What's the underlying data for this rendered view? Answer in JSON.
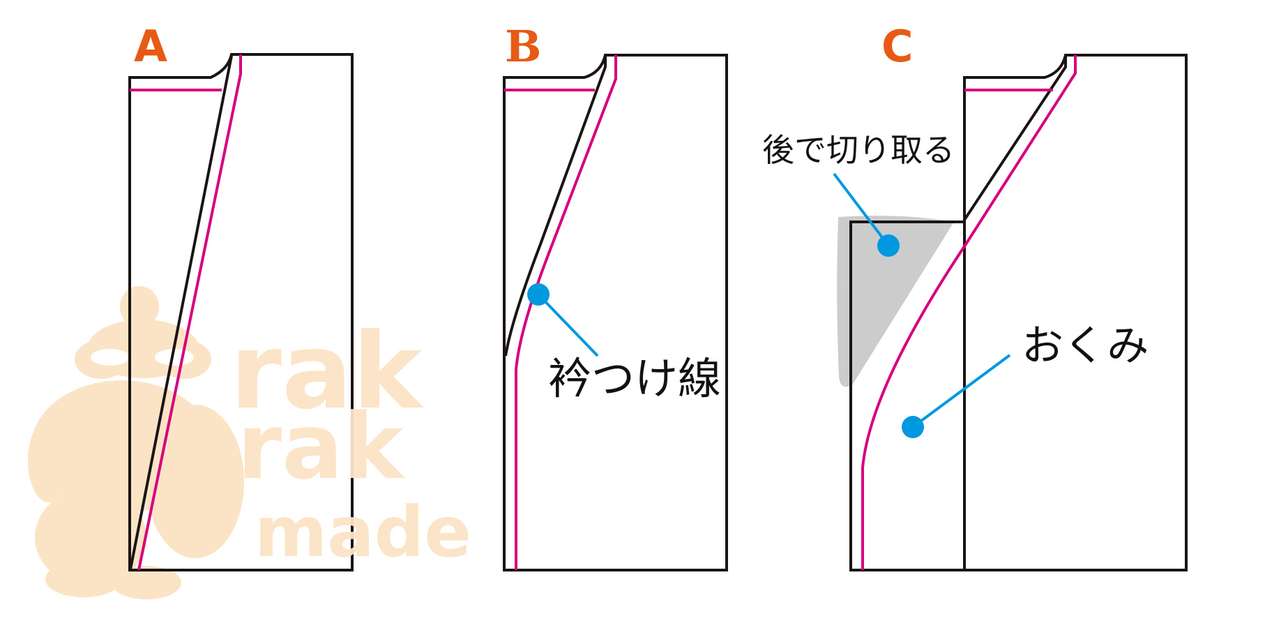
{
  "colors": {
    "outline": "#1a1414",
    "seam": "#D6007F",
    "callout": "#0098DE",
    "label": "#E65A16",
    "cutaway": "#CCCCCC",
    "watermark": "#FBE3C5",
    "background": "#FFFFFF"
  },
  "panels": [
    {
      "id": "A",
      "label": "A",
      "annotation": null
    },
    {
      "id": "B",
      "label": "B",
      "annotation": {
        "text": "衿つけ線",
        "meaning": "collar attachment line",
        "icon": "callout-dot"
      }
    },
    {
      "id": "C",
      "label": "C",
      "annotations": [
        {
          "text": "後で切り取る",
          "meaning": "cut off later",
          "icon": "callout-dot"
        },
        {
          "text": "おくみ",
          "meaning": "okumi (front overlap panel)",
          "icon": "callout-dot"
        }
      ]
    }
  ],
  "watermark": {
    "line1": "rak",
    "line2": "rak",
    "line3": "made",
    "mascot_icon": "mascot-figure-icon"
  },
  "legend_implicit": {
    "black_line": "cutting line / pattern outline",
    "magenta_line": "seam line",
    "blue_dot": "callout pointer",
    "gray_area": "area to be cut off"
  }
}
